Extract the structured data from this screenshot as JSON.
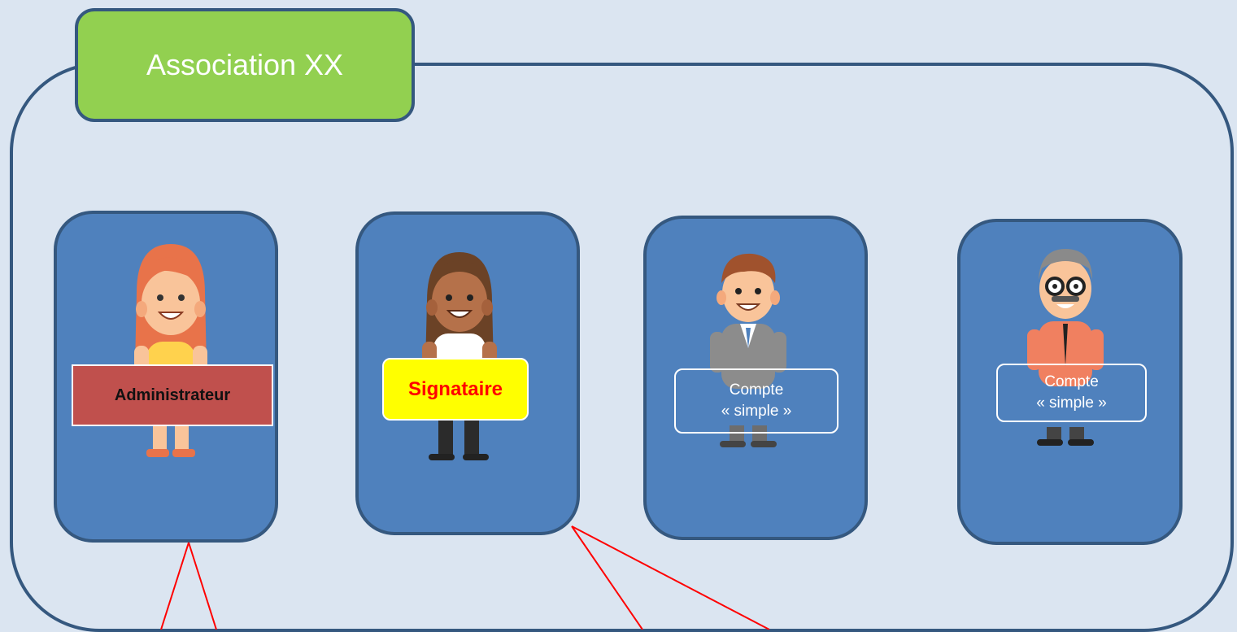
{
  "title": "Association XX",
  "members": [
    {
      "id": "admin",
      "role": "Administrateur",
      "avatar": "woman-redhead-avatar"
    },
    {
      "id": "signatory",
      "role": "Signataire",
      "avatar": "woman-darkhair-avatar"
    },
    {
      "id": "simple1",
      "role_line1": "Compte",
      "role_line2": "« simple »",
      "avatar": "man-suit-avatar"
    },
    {
      "id": "simple2",
      "role_line1": "Compte",
      "role_line2": "« simple »",
      "avatar": "man-glasses-avatar"
    }
  ],
  "colors": {
    "background": "#dbe5f1",
    "frame_border": "#35587f",
    "title_fill": "#92d050",
    "card_fill": "#4f81bd",
    "admin_label": "#c0504d",
    "signatory_label": "#ffff00",
    "signatory_text": "#ff0000",
    "connector": "#ff0000"
  }
}
